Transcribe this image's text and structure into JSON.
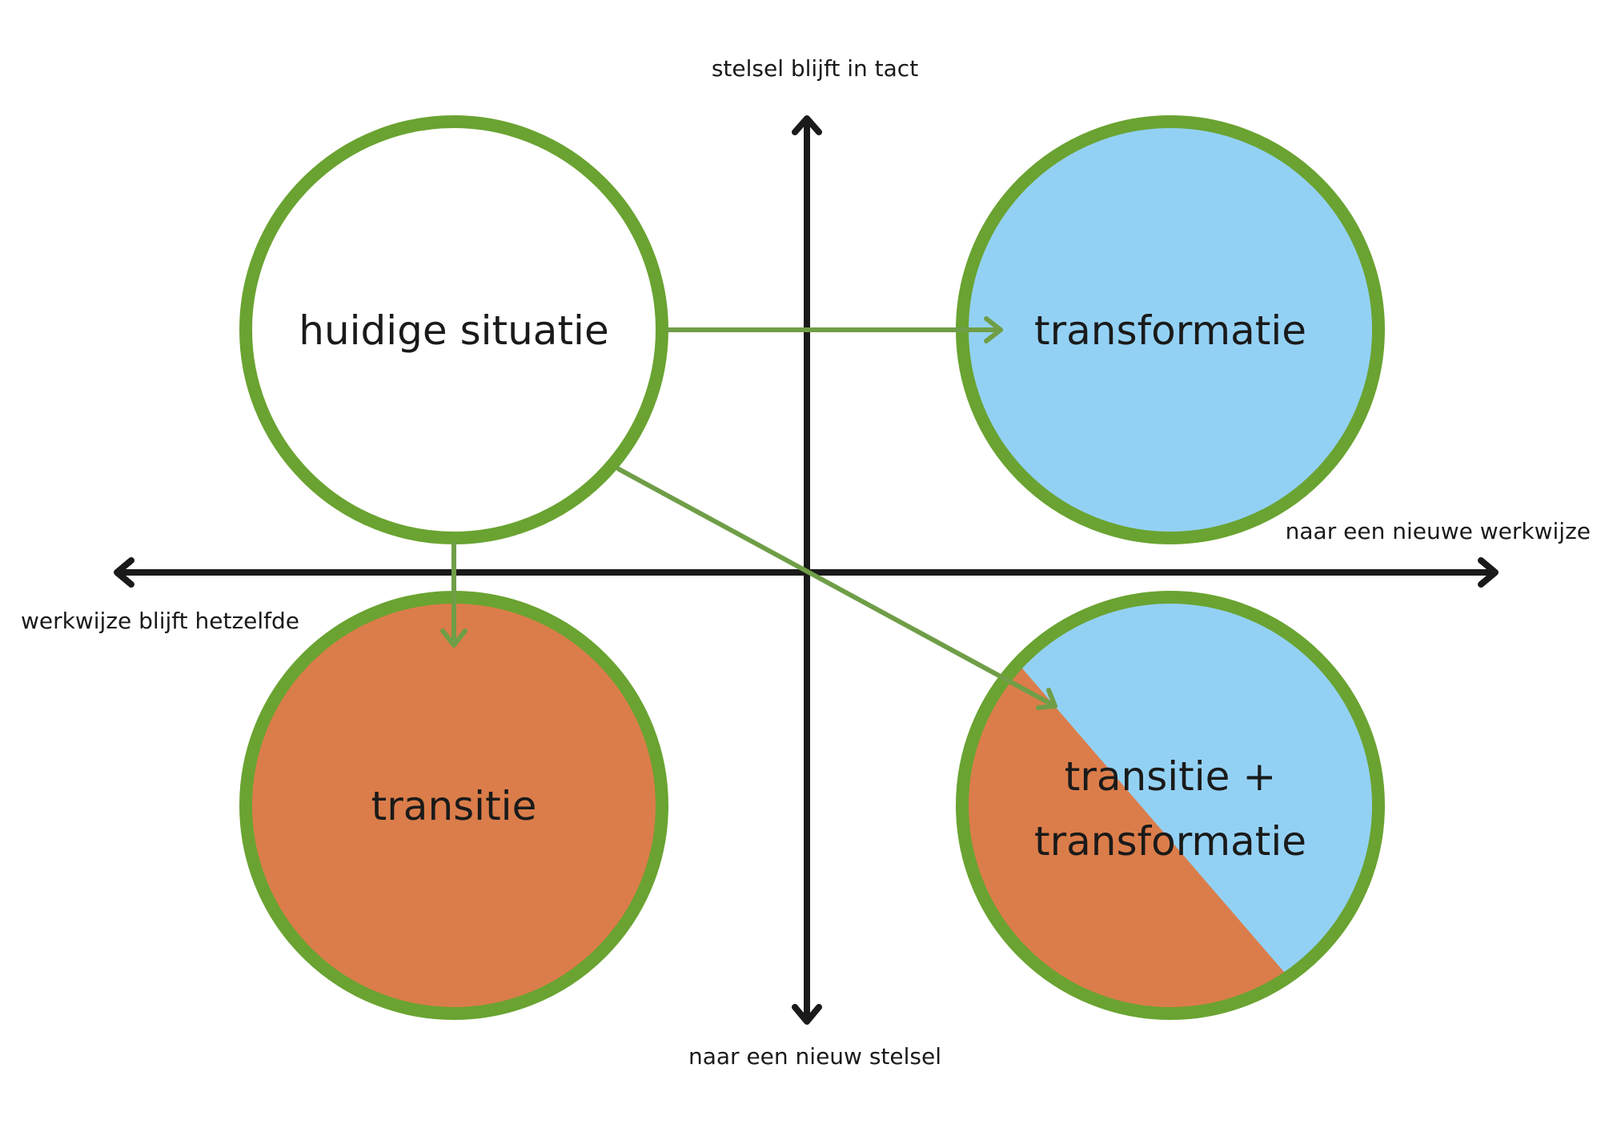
{
  "axes": {
    "top_label": "stelsel blijft in tact",
    "bottom_label": "naar een nieuw stelsel",
    "left_label": "werkwijze blijft hetzelfde",
    "right_label": "naar een nieuwe werkwijze"
  },
  "nodes": {
    "current": {
      "label": "huidige situatie",
      "fill": "#ffffff"
    },
    "transformation": {
      "label": "transformatie",
      "fill": "#93d1f4"
    },
    "transition": {
      "label": "transitie",
      "fill": "#db7d4a"
    },
    "combined": {
      "line1": "transitie +",
      "line2": "transformatie",
      "fill_a": "#db7d4a",
      "fill_b": "#93d1f4"
    }
  },
  "colors": {
    "ring": "#6aa331",
    "connector": "#6f9e47",
    "axis": "#1a1a1a"
  }
}
